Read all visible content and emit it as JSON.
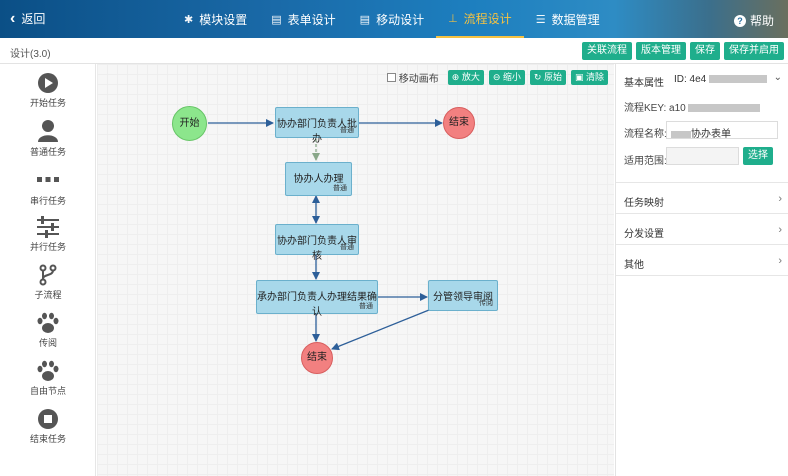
{
  "topbar": {
    "back_label": "返回",
    "help_label": "帮助",
    "nav": [
      {
        "label": "模块设置",
        "icon": "gear-icon",
        "active": false
      },
      {
        "label": "表单设计",
        "icon": "doc-icon",
        "active": false
      },
      {
        "label": "移动设计",
        "icon": "doc-icon",
        "active": false
      },
      {
        "label": "流程设计",
        "icon": "sitemap-icon",
        "active": true
      },
      {
        "label": "数据管理",
        "icon": "database-icon",
        "active": false
      }
    ]
  },
  "subbar": {
    "version": "设计(3.0)",
    "buttons": [
      "关联流程",
      "版本管理",
      "保存",
      "保存并启用"
    ]
  },
  "palette": [
    {
      "label": "开始任务",
      "icon": "play-circle-icon"
    },
    {
      "label": "普通任务",
      "icon": "user-icon"
    },
    {
      "label": "串行任务",
      "icon": "ellipsis-icon"
    },
    {
      "label": "并行任务",
      "icon": "sliders-icon"
    },
    {
      "label": "子流程",
      "icon": "branch-icon"
    },
    {
      "label": "传阅",
      "icon": "paw-icon"
    },
    {
      "label": "自由节点",
      "icon": "paw-icon"
    },
    {
      "label": "结束任务",
      "icon": "stop-circle-icon"
    }
  ],
  "canvas_tools": {
    "move_canvas": "移动画布",
    "zoom_in": "放大",
    "zoom_out": "缩小",
    "original": "原始",
    "clear": "清除"
  },
  "flow": {
    "start": "开始",
    "end1": "结束",
    "end2": "结束",
    "nodes": [
      {
        "title": "协办部门负责人批办",
        "tag": "普通"
      },
      {
        "title": "协办人办理",
        "tag": "普通"
      },
      {
        "title": "协办部门负责人审核",
        "tag": "普通"
      },
      {
        "title": "承办部门负责人办理结果确认",
        "tag": "普通"
      },
      {
        "title": "分管领导审阅",
        "tag": "传阅"
      }
    ]
  },
  "panel": {
    "basic_label": "基本属性",
    "id_label": "ID: 4e4",
    "key_label": "流程KEY: a10",
    "name_label": "流程名称:",
    "name_value": "协办表单",
    "scope_label": "适用范围:",
    "select_button": "选择",
    "sections": [
      "任务映射",
      "分发设置",
      "其他"
    ]
  }
}
